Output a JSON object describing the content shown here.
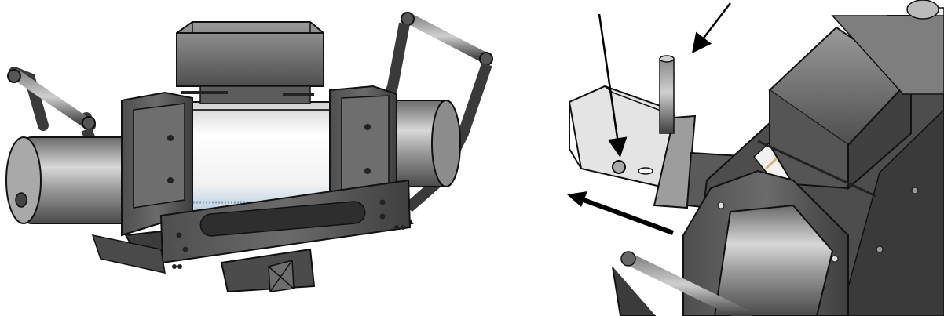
{
  "figure": {
    "left_view": {
      "description_icon": "winch-assembly-icon"
    },
    "right_view": {
      "description_icon": "winch-detail-icon"
    },
    "arrows": [
      {
        "name": "pin-callout-arrow"
      },
      {
        "name": "handle-callout-arrow"
      },
      {
        "name": "slide-direction-arrow"
      }
    ],
    "colors": {
      "body_dark": "#5a5a5a",
      "body_mid": "#8a8a8a",
      "body_light": "#c9c9c9",
      "drum_white": "#f4f4f4",
      "outline": "#111111",
      "arrow": "#000000"
    }
  }
}
